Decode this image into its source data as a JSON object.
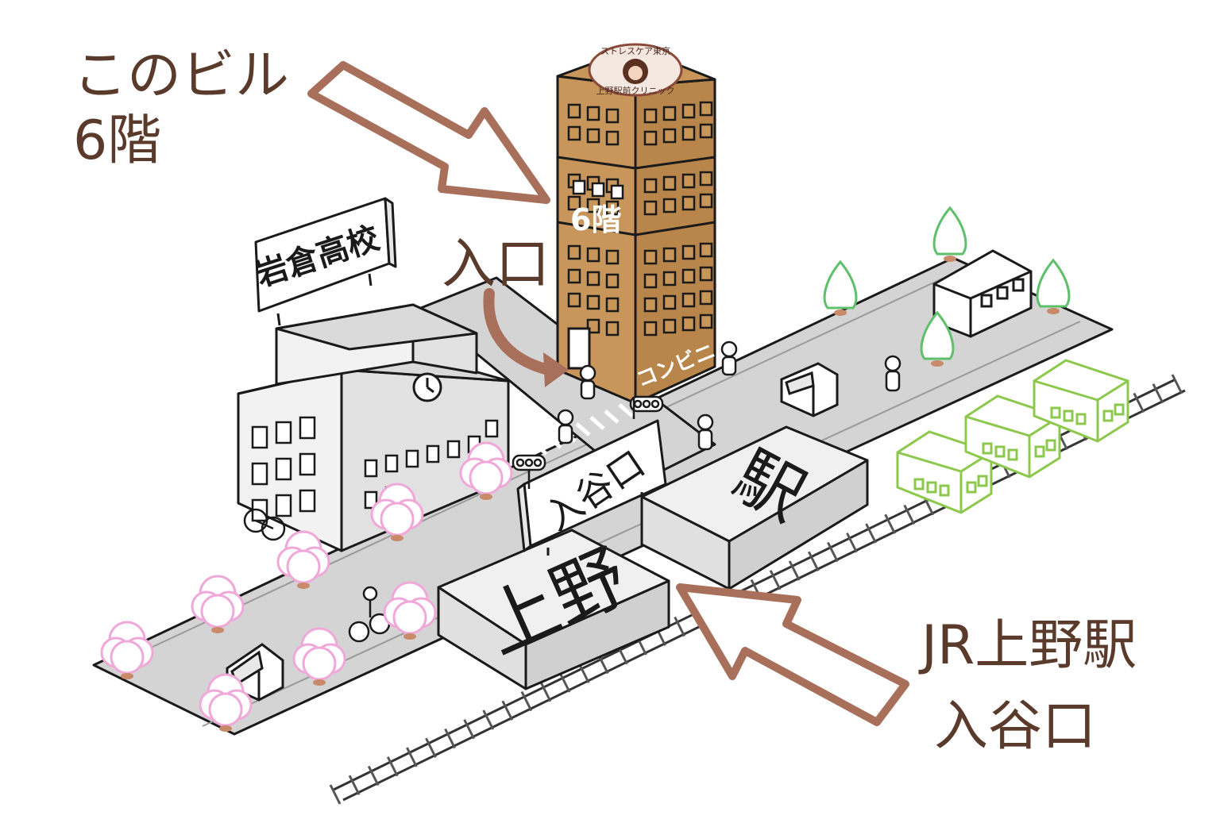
{
  "map": {
    "target_label": {
      "line1": "このビル",
      "line2": "6階"
    },
    "entrance_label": "入口",
    "station_label": {
      "line1": "JR上野駅",
      "line2": "入谷口"
    },
    "school_sign": "岩倉高校",
    "exit_sign": "入谷口",
    "station_block_left": "上野",
    "station_block_right": "駅",
    "building": {
      "floor_label": "6階",
      "store_label": "コンビニ",
      "logo_top": "ストレスケア東京",
      "logo_bottom": "上野駅前クリニック"
    },
    "colors": {
      "arrow": "#a8705a",
      "building": "#c8965a",
      "road": "#d4d4d4",
      "sidewalk": "#b8b8b8",
      "train": "#8cc84b",
      "tree_green": "#5fbf6a",
      "tree_pink": "#f0a8d8",
      "label_text": "#5a3a2a"
    }
  }
}
